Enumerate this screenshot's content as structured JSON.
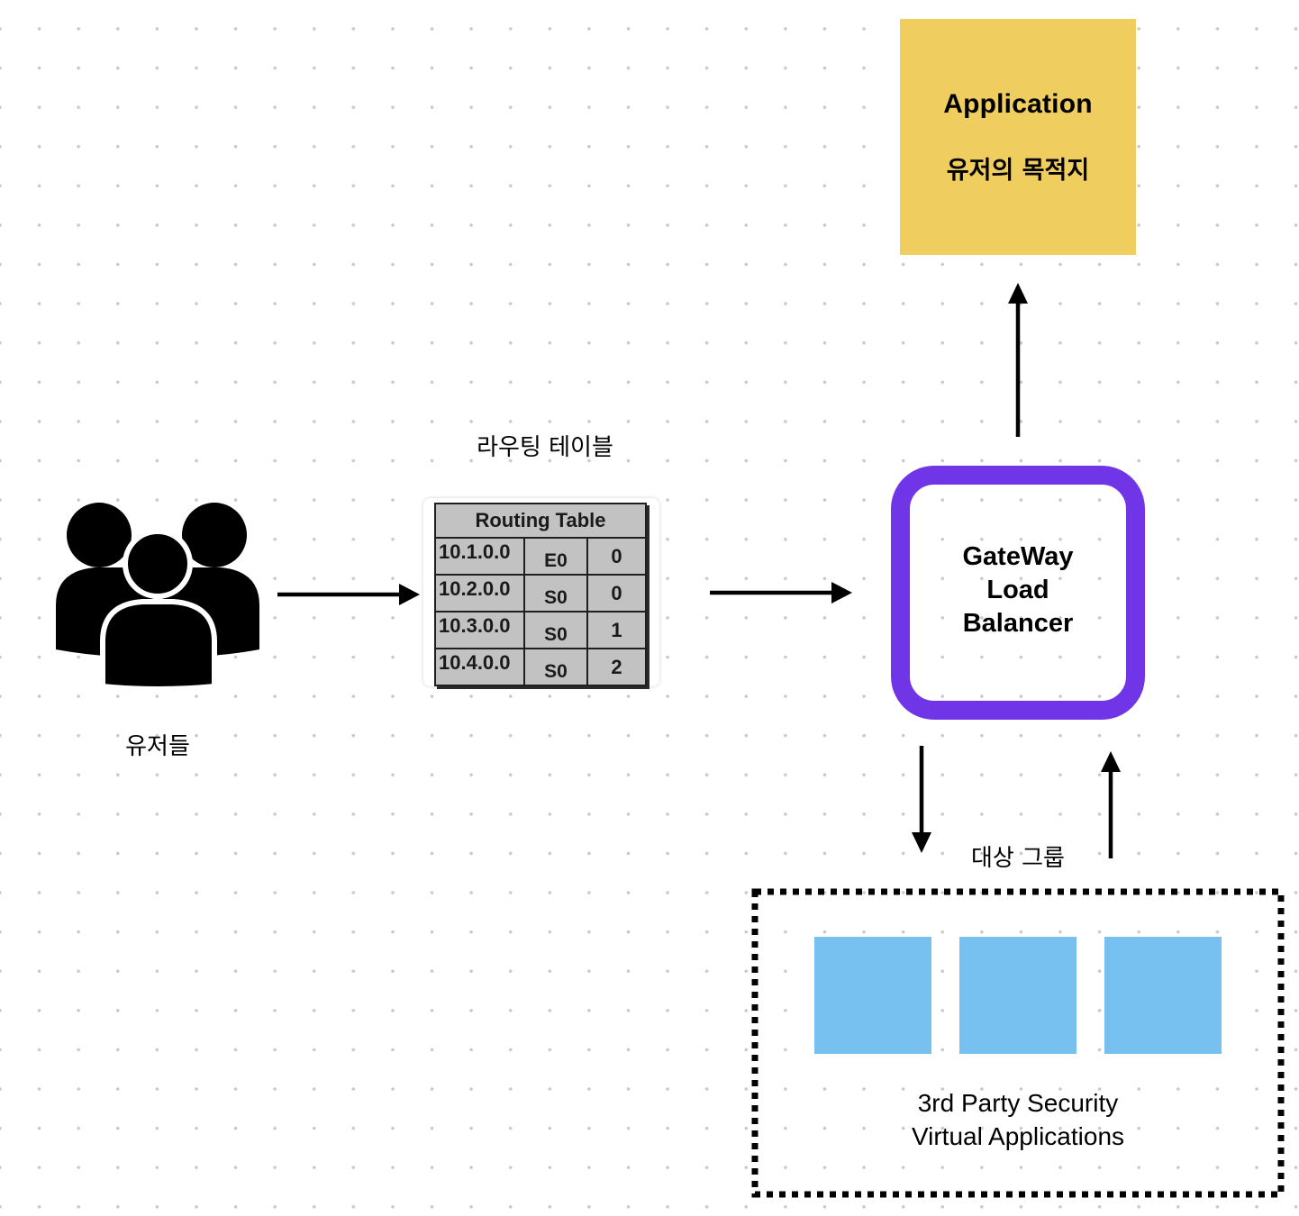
{
  "application": {
    "title": "Application",
    "subtitle": "유저의 목적지",
    "fill_color": "#efcd5f"
  },
  "gateway_load_balancer": {
    "label": "GateWay\nLoad\nBalancer",
    "border_color": "#7135e8"
  },
  "users": {
    "icon": "users-group-icon",
    "label": "유저들"
  },
  "routing_table": {
    "caption": "라우팅 테이블",
    "title": "Routing Table",
    "rows": [
      {
        "network": "10.1.0.0",
        "interface": "E0",
        "metric": "0"
      },
      {
        "network": "10.2.0.0",
        "interface": "S0",
        "metric": "0"
      },
      {
        "network": "10.3.0.0",
        "interface": "S0",
        "metric": "1"
      },
      {
        "network": "10.4.0.0",
        "interface": "S0",
        "metric": "2"
      }
    ]
  },
  "target_group": {
    "label": "대상 그룹",
    "appliance_count": 3,
    "appliance_color": "#76c1f0",
    "description": "3rd Party Security\nVirtual Applications"
  },
  "connections": [
    {
      "from": "users",
      "to": "routing_table",
      "direction": "right"
    },
    {
      "from": "routing_table",
      "to": "gateway_load_balancer",
      "direction": "right"
    },
    {
      "from": "gateway_load_balancer",
      "to": "application",
      "direction": "up"
    },
    {
      "from": "gateway_load_balancer",
      "to": "target_group",
      "direction": "down"
    },
    {
      "from": "target_group",
      "to": "gateway_load_balancer",
      "direction": "up"
    }
  ]
}
